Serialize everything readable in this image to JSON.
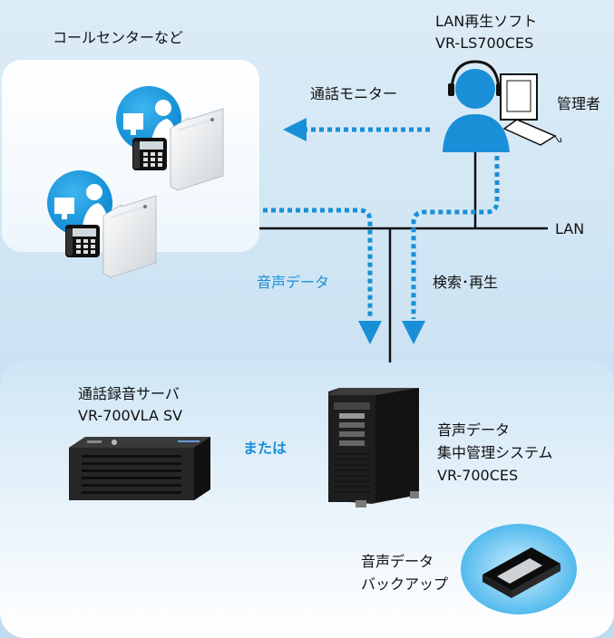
{
  "labels": {
    "call_center": "コールセンターなど",
    "lan_software_line1": "LAN再生ソフト",
    "lan_software_line2": "VR-LS700CES",
    "administrator": "管理者",
    "call_monitor": "通話モニター",
    "lan": "LAN",
    "voice_data": "音声データ",
    "search_playback": "検索･再生",
    "recording_server_line1": "通話録音サーバ",
    "recording_server_line2": "VR-700VLA SV",
    "or": "または",
    "central_system_line1": "音声データ",
    "central_system_line2": "集中管理システム",
    "central_system_line3": "VR-700CES",
    "backup_line1": "音声データ",
    "backup_line2": "バックアップ"
  },
  "colors": {
    "accent_blue": "#1a8fd8",
    "line_black": "#111111"
  }
}
